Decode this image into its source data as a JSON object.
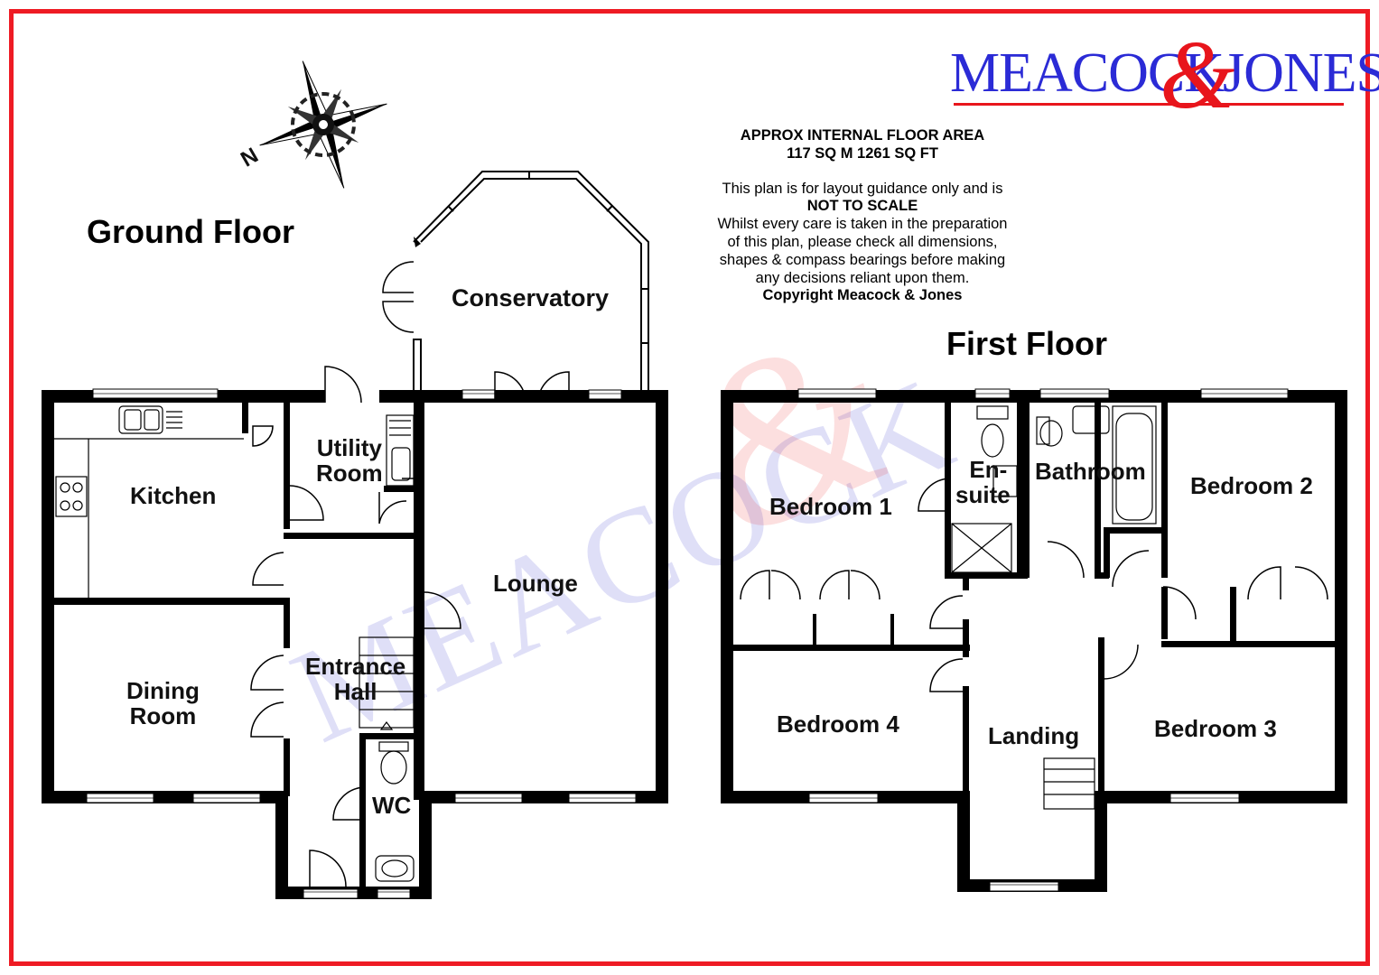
{
  "brand": {
    "name_left": "MEACOCK",
    "ampersand": "&",
    "name_right": "JONES",
    "primary_color": "#2b2bd6",
    "accent_color": "#e8151c"
  },
  "info": {
    "area_title": "APPROX INTERNAL FLOOR AREA",
    "area_value": "117 SQ M 1261 SQ FT",
    "line1": "This plan is for layout guidance only and is",
    "line2": "NOT TO SCALE",
    "line3": "Whilst every care is taken in the preparation",
    "line4": "of this plan, please check all dimensions,",
    "line5": "shapes & compass bearings before making",
    "line6": "any decisions reliant upon them.",
    "line7": "Copyright Meacock & Jones"
  },
  "compass": {
    "north_label": "N",
    "icon": "compass-rose-icon"
  },
  "ground_floor": {
    "title": "Ground Floor",
    "rooms": {
      "kitchen": "Kitchen",
      "utility_1": "Utility",
      "utility_2": "Room",
      "conservatory": "Conservatory",
      "lounge": "Lounge",
      "dining_1": "Dining",
      "dining_2": "Room",
      "hall_1": "Entrance",
      "hall_2": "Hall",
      "wc": "WC"
    }
  },
  "first_floor": {
    "title": "First Floor",
    "rooms": {
      "bedroom1": "Bedroom 1",
      "ensuite_1": "En-",
      "ensuite_2": "suite",
      "bathroom": "Bathroom",
      "bedroom2": "Bedroom 2",
      "bedroom4": "Bedroom 4",
      "landing": "Landing",
      "bedroom3": "Bedroom 3"
    }
  }
}
